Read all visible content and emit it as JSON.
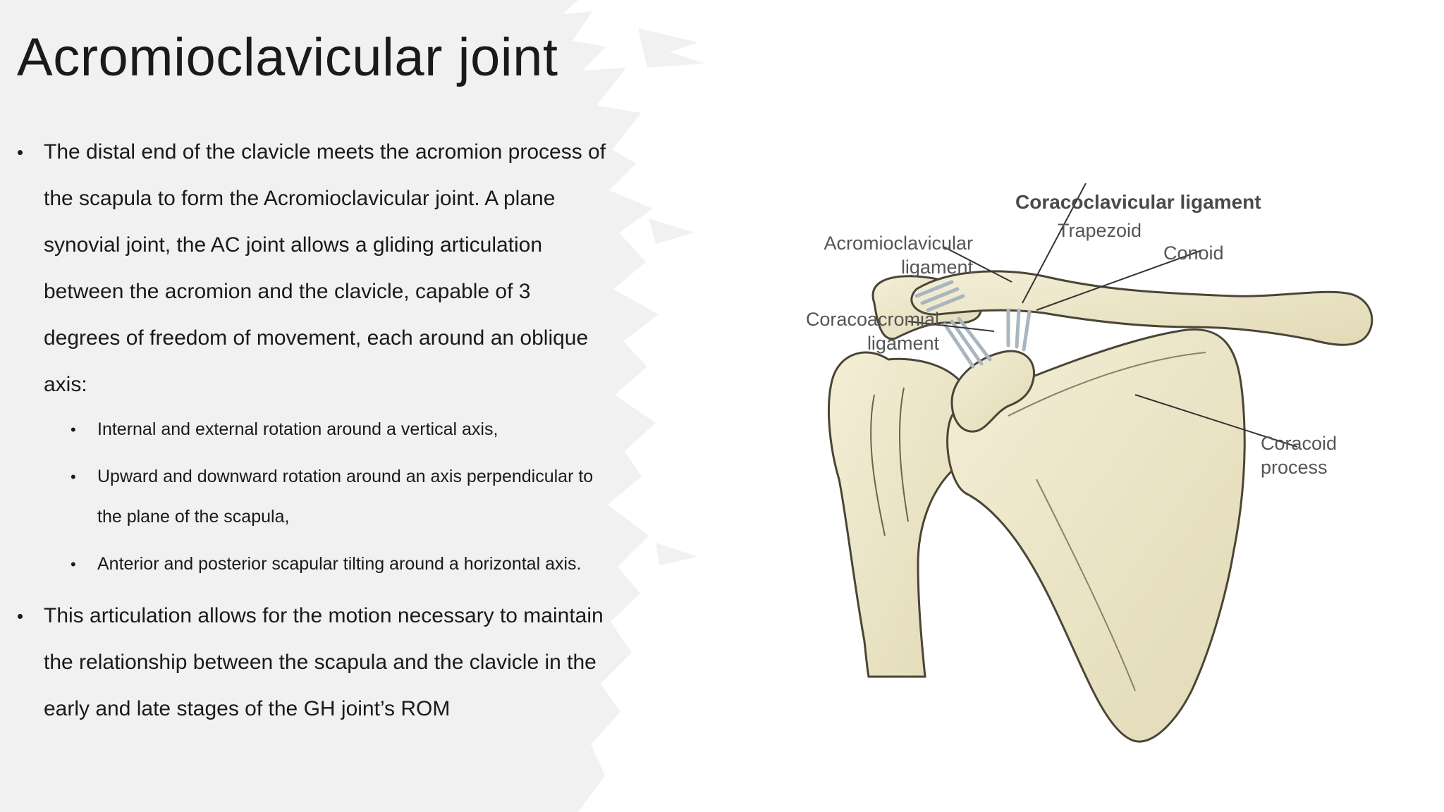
{
  "slide": {
    "title": "Acromioclavicular joint",
    "bullets": [
      "The distal end of the clavicle meets the acromion process of the scapula to form the Acromioclavicular joint. A plane synovial joint, the AC joint allows a gliding articulation between the acromion and the clavicle, capable of 3 degrees of freedom of movement, each around an oblique axis:",
      "This articulation allows for the motion necessary to maintain the relationship between the scapula and the clavicle in the early and late stages of the GH joint’s ROM"
    ],
    "sub_bullets": [
      "Internal and external rotation around a vertical axis,",
      "Upward and downward rotation around an axis perpendicular to the plane of the scapula,",
      "Anterior and posterior scapular tilting around a horizontal axis."
    ],
    "bullet_glyph": "•"
  },
  "figure": {
    "heading": "Coracoclavicular ligament",
    "labels": {
      "trapezoid": "Trapezoid",
      "conoid": "Conoid",
      "acromioclavicular_1": "Acromioclavicular",
      "acromioclavicular_2": "ligament",
      "coracoacromial_1": "Coracoacromial",
      "coracoacromial_2": "ligament",
      "coracoid_1": "Coracoid",
      "coracoid_2": "process"
    }
  },
  "colors": {
    "bone_fill": "#ece6c8",
    "bone_stroke": "#4a4536",
    "ligament": "#b9c4cc",
    "brush_gray": "#f1f1f1",
    "text": "#1a1a1a"
  }
}
